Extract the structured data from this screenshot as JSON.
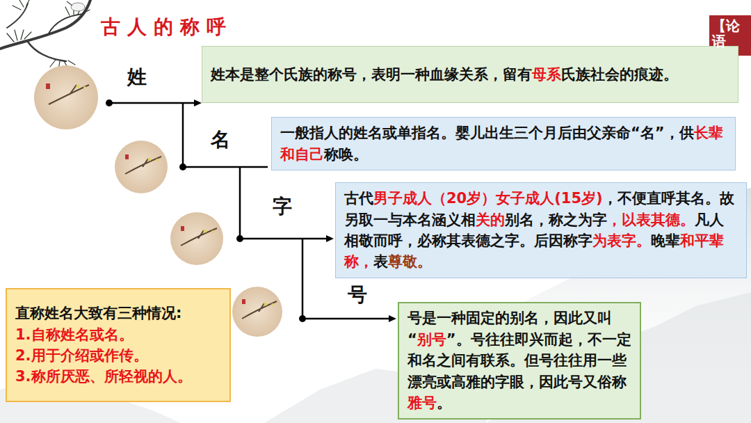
{
  "diagram": {
    "title": "古人的称呼",
    "nodes": [
      {
        "text": [
          "姓本是整个氏族的称号，表明一种血缘关系，留有母系氏族社会的痕迹。"
        ]
      },
      {
        "text": [
          "一般指人的姓名或单指名。婴儿出生三个月后由父亲命“名”，供长辈和自己称唤。"
        ]
      },
      {
        "text": [
          "古代男子成人（20岁）女子成人(15岁)，不便直呼其名。故另取一与本名涵义相关的别名，称之为字，以表其德。凡人相敬而呼，必称其表德之字。后因称字为表字。晚辈和平辈称，表尊敬。"
        ]
      },
      {
        "text": [
          "号是一种固定的别名，因此又叫“别号”。号往往即兴而起，不一定和名之间有联系。但号往往用一些漂亮或高雅的字眼，因此号又俗称雅号。"
        ]
      },
      {
        "text": [
          "直称姓名大致有三种情况:",
          "1.自称姓名或名。",
          "2.用于介绍或作传。",
          "3.称所厌恶、所轻视的人。"
        ]
      }
    ],
    "labels": [
      "姓",
      "名",
      "字",
      "号",
      "【论语"
    ]
  }
}
